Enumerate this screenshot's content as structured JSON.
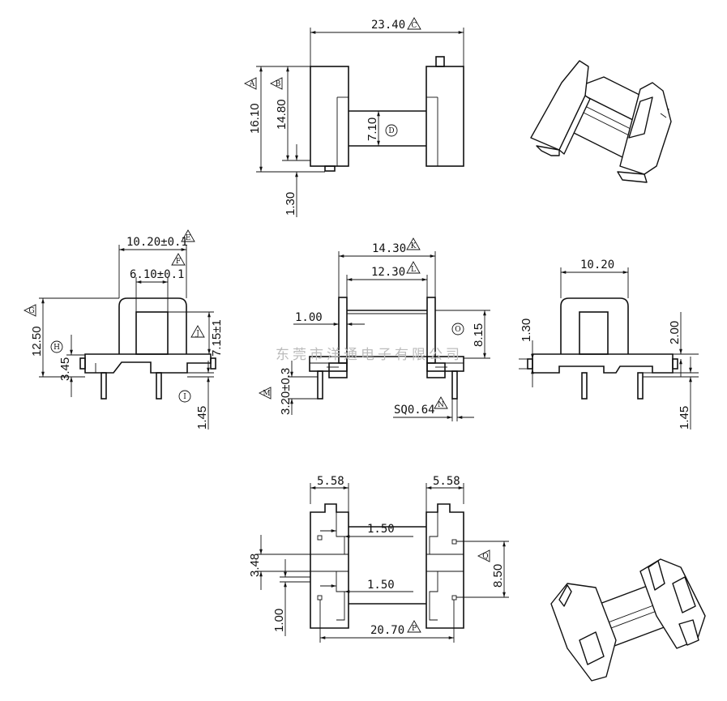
{
  "watermark": "东莞市洋通电子有限公司",
  "top_view": {
    "dim_length": "23.40",
    "mark_length": "C",
    "dim_height": "16.10",
    "mark_height": "A",
    "dim_flange": "14.80",
    "mark_flange": "B",
    "dim_core": "7.10",
    "mark_core": "D",
    "dim_offset": "1.30"
  },
  "left_view": {
    "dim_width": "10.20±0.1",
    "mark_width": "E",
    "dim_window": "6.10±0.1",
    "mark_window": "F",
    "dim_height": "12.50",
    "mark_height": "G",
    "dim_base": "3.45",
    "mark_base": "H",
    "dim_window_h": "7.15±1",
    "mark_window_h": "J",
    "dim_pin": "1.45",
    "mark_pin": "I"
  },
  "front_view": {
    "dim_outer": "14.30",
    "mark_outer": "K",
    "dim_inner": "12.30",
    "mark_inner": "L",
    "dim_wall": "1.00",
    "dim_core_h": "8.15",
    "mark_core_h": "O",
    "dim_pin_len": "3.20±0.3",
    "mark_pin_len": "M",
    "dim_pin_sq": "SQ0.64",
    "mark_pin_sq": "N"
  },
  "right_view": {
    "dim_width": "10.20",
    "dim_left": "1.30",
    "dim_right": "2.00",
    "dim_pin": "1.45"
  },
  "bottom_view": {
    "dim_left_w": "5.58",
    "dim_right_w": "5.58",
    "dim_slot_top": "1.50",
    "dim_slot_bot": "1.50",
    "dim_gap": "3.48",
    "dim_edge": "1.00",
    "dim_pitch": "20.70",
    "mark_pitch": "P",
    "dim_pin_span": "8.50",
    "mark_pin_span": "Q"
  }
}
